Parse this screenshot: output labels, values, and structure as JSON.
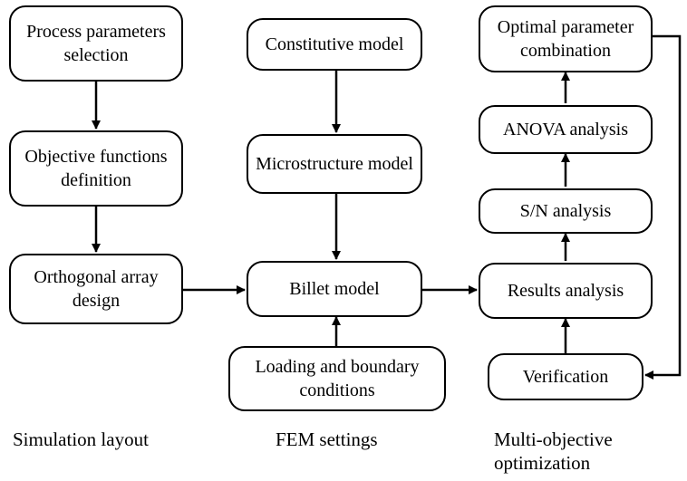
{
  "columns": {
    "simulation": {
      "label": "Simulation layout",
      "boxes": {
        "process_parameters": "Process parameters selection",
        "objective_functions": "Objective functions definition",
        "orthogonal_array": "Orthogonal array design"
      }
    },
    "fem": {
      "label": "FEM settings",
      "boxes": {
        "constitutive": "Constitutive model",
        "microstructure": "Microstructure model",
        "billet": "Billet model",
        "loading": "Loading and boundary conditions"
      }
    },
    "optimization": {
      "label_line1": "Multi-objective",
      "label_line2": "optimization",
      "boxes": {
        "optimal": "Optimal parameter combination",
        "anova": "ANOVA analysis",
        "sn": "S/N analysis",
        "results": "Results analysis",
        "verification": "Verification"
      }
    }
  }
}
